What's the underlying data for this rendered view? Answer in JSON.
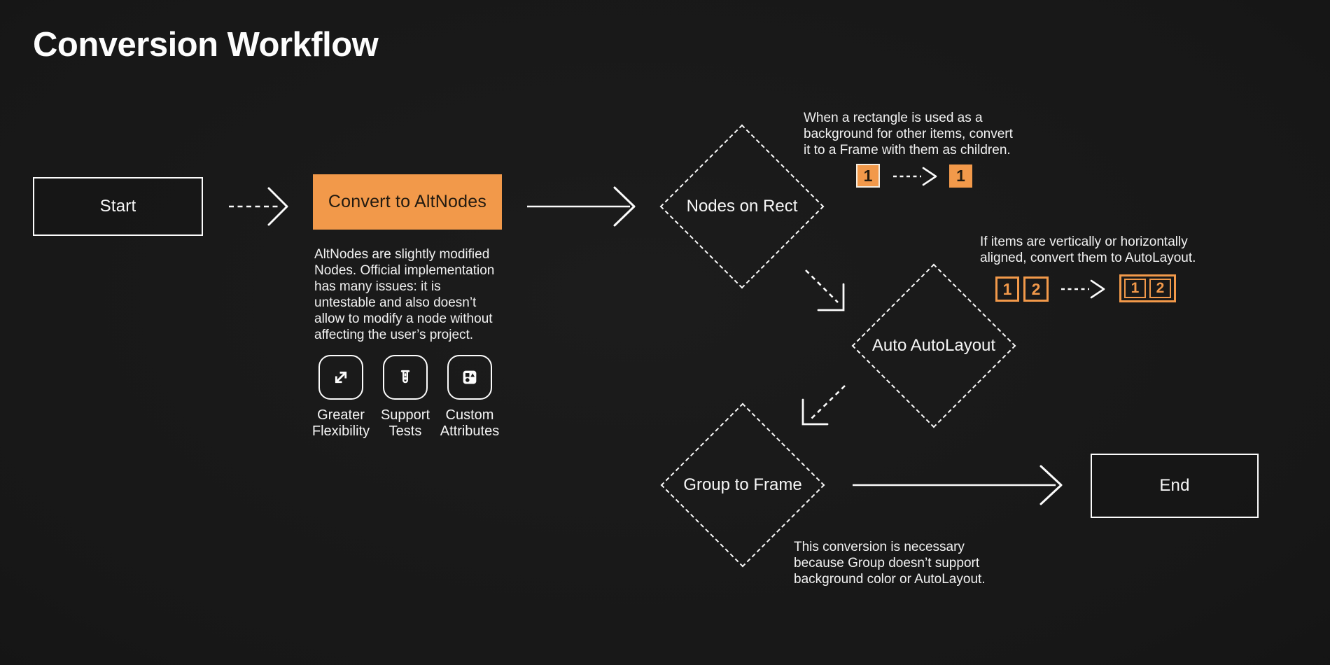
{
  "page": {
    "title": "Conversion Workflow"
  },
  "palette": {
    "background": "#1A1A1A",
    "accent_orange": "#F2994A",
    "stroke_white": "#FCFCFC",
    "dark_text_on_orange": "#221A10"
  },
  "nodes": {
    "start": {
      "label": "Start"
    },
    "convert": {
      "label": "Convert to AltNodes",
      "description": "AltNodes are slightly modified\nNodes. Official implementation\nhas many issues: it is\nuntestable and also doesn’t\nallow to modify a node without\naffecting the user’s project."
    },
    "nodes_on_rect": {
      "label": "Nodes on Rect",
      "annotation": "When a rectangle is used as a\nbackground for other items, convert\nit to a Frame with them as children."
    },
    "auto_autolayout": {
      "label": "Auto AutoLayout",
      "annotation": "If items are vertically or horizontally\naligned, convert them to AutoLayout."
    },
    "group_to_frame": {
      "label": "Group to Frame",
      "annotation": "This conversion is necessary\nbecause Group doesn’t support\nbackground color or AutoLayout."
    },
    "end": {
      "label": "End"
    }
  },
  "features": [
    {
      "icon": "expand-arrows-icon",
      "label": "Greater\nFlexibility"
    },
    {
      "icon": "test-tube-icon",
      "label": "Support\nTests"
    },
    {
      "icon": "shapes-icon",
      "label": "Custom\nAttributes"
    }
  ],
  "badges": {
    "rect_before": "1",
    "rect_after": "1",
    "layout_item_1": "1",
    "layout_item_2": "2",
    "layout_grouped_1": "1",
    "layout_grouped_2": "2"
  }
}
